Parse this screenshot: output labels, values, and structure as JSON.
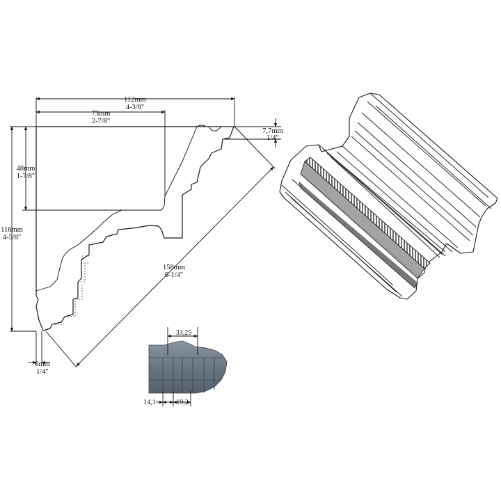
{
  "dimensions": {
    "width_mm": "112mm",
    "width_in": "4-3/8\"",
    "projection_mm": "73mm",
    "projection_in": "2-7/8\"",
    "top_step_mm": "7,7mm",
    "top_step_in": "1/4\"",
    "wall_drop_mm": "48mm",
    "wall_drop_in": "1-7/8\"",
    "height_mm": "116mm",
    "height_in": "4-5/8\"",
    "face_mm": "158mm",
    "face_in": "6-1/4\"",
    "foot_mm": "6mm",
    "foot_in": "1/4\""
  },
  "dentil_detail": {
    "pitch": "33,25",
    "gap": "14,1",
    "block": "19,2"
  },
  "colors": {
    "line": "#111111",
    "detail_fill": "#5f6b78",
    "detail_light": "#8a96a3"
  }
}
